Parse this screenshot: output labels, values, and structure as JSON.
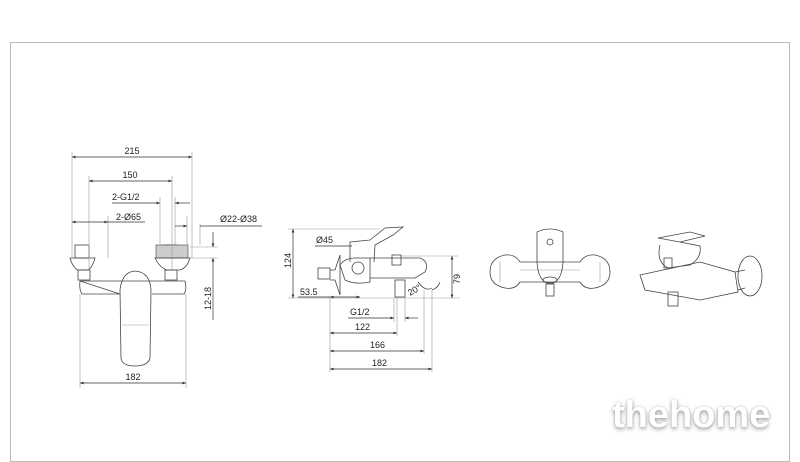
{
  "front_view": {
    "dim_total_width": "215",
    "dim_center_distance": "150",
    "dim_thread": "2-G1/2",
    "dim_flange": "2-Ø65",
    "dim_pipe": "Ø22-Ø38",
    "dim_adjust": "12-18",
    "dim_body_width": "182"
  },
  "side_view": {
    "dim_height": "124",
    "dim_handle": "Ø45",
    "dim_offset": "53.5",
    "dim_spout_height": "79",
    "dim_angle": "20°",
    "dim_thread": "G1/2",
    "dim_122": "122",
    "dim_166": "166",
    "dim_182": "182"
  },
  "watermark": "thehome"
}
